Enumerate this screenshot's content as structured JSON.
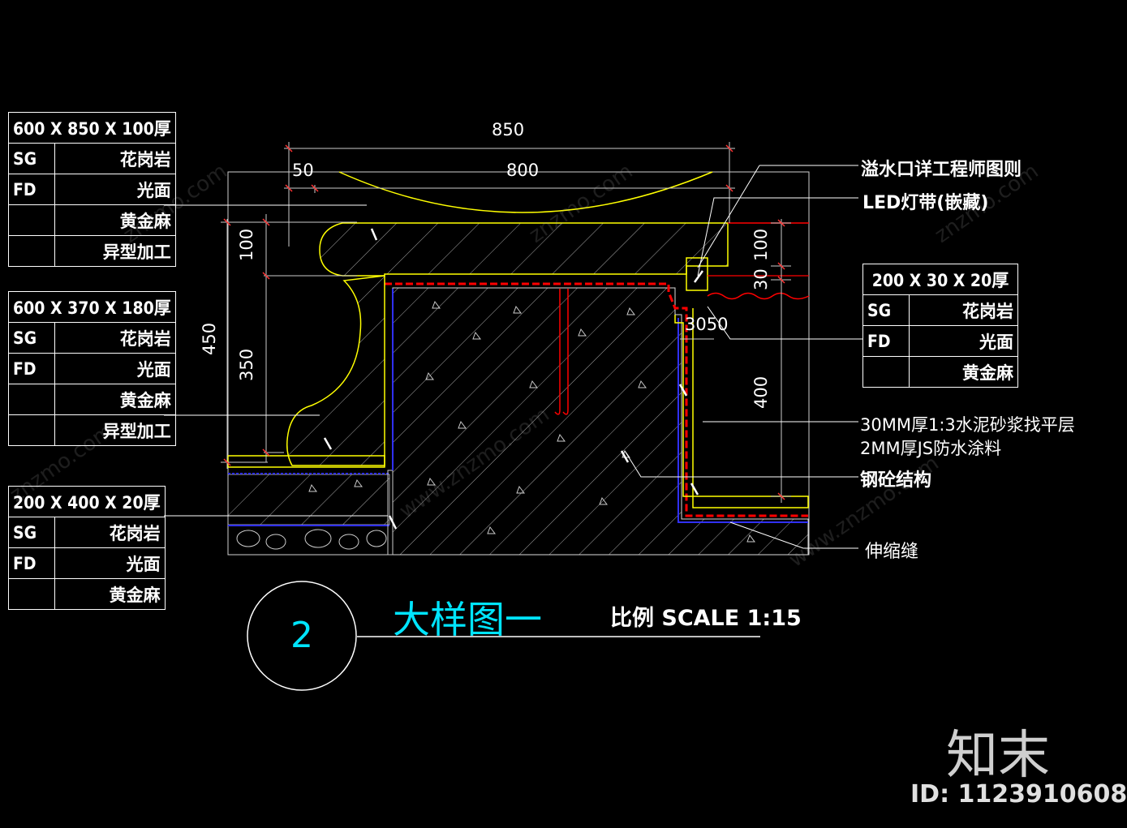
{
  "tables": [
    {
      "id": "t1",
      "header": "600 X 850 X 100厚",
      "rows": [
        [
          "SG",
          "花岗岩"
        ],
        [
          "FD",
          "光面"
        ],
        [
          "",
          "黄金麻"
        ],
        [
          "",
          "异型加工"
        ]
      ]
    },
    {
      "id": "t2",
      "header": "600 X 370 X 180厚",
      "rows": [
        [
          "SG",
          "花岗岩"
        ],
        [
          "FD",
          "光面"
        ],
        [
          "",
          "黄金麻"
        ],
        [
          "",
          "异型加工"
        ]
      ]
    },
    {
      "id": "t3",
      "header": "200 X 400 X 20厚",
      "rows": [
        [
          "SG",
          "花岗岩"
        ],
        [
          "FD",
          "光面"
        ],
        [
          "",
          "黄金麻"
        ]
      ]
    },
    {
      "id": "t4",
      "header": "200 X 30 X 20厚",
      "rows": [
        [
          "SG",
          "花岗岩"
        ],
        [
          "FD",
          "光面"
        ],
        [
          "",
          "黄金麻"
        ]
      ]
    }
  ],
  "dimensions": {
    "d850": "850",
    "d800": "800",
    "d50": "50",
    "d100_left": "100",
    "d350": "350",
    "d450": "450",
    "d100_right": "100",
    "d30": "30",
    "d3050": "3050",
    "d400": "400"
  },
  "callouts": {
    "overflow": "溢水口详工程师图则",
    "led": "LED灯带(嵌藏)",
    "mortar": "30MM厚1:3水泥砂浆找平层",
    "waterproof": "2MM厚JS防水涂料",
    "structure": "钢砼结构",
    "joint": "伸缩缝"
  },
  "title": {
    "number": "2",
    "name": "大样图一",
    "scale": "比例 SCALE  1:15"
  },
  "watermark": {
    "logo": "知末",
    "id": "ID: 1123910608"
  },
  "colors": {
    "yellow": "#ffff00",
    "red": "#ff0000",
    "blue": "#3030ff",
    "cyan": "#00e5ff",
    "white": "#ffffff"
  }
}
